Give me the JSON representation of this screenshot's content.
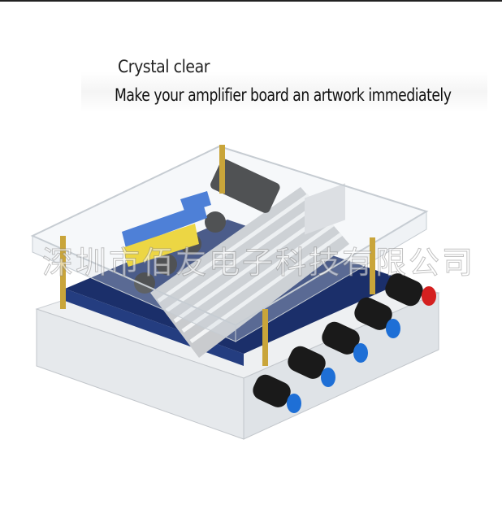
{
  "heading": {
    "title": "Crystal clear",
    "subtitle": "Make your amplifier board an artwork immediately"
  },
  "watermark": "深圳市佰友电子科技有限公司",
  "colors": {
    "knob_blue": "#1e6fd6",
    "knob_red": "#d42020",
    "terminal_blue": "#1f5fd0",
    "terminal_yellow": "#f2d20c",
    "pcb": "#1b2f6a",
    "heatsink": "#d8dadc"
  }
}
